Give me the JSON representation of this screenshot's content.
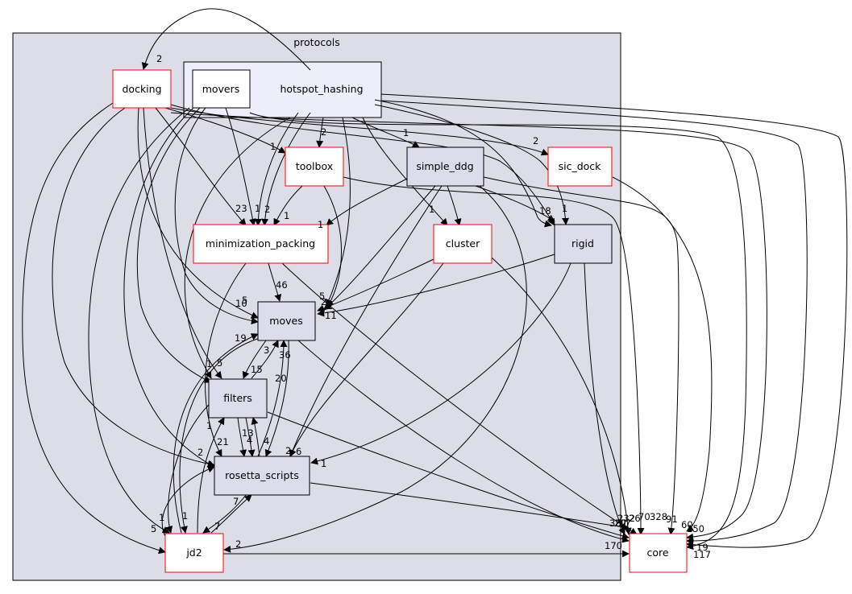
{
  "diagram": {
    "cluster_label": "protocols",
    "sub_cluster_label": "hotspot_hashing",
    "colors": {
      "cluster_fill": "#dddde8",
      "sub_cluster_fill": "#eeeefa",
      "node_fill": "#dcdcea",
      "external_border": "#ff0000",
      "internal_border": "#000000",
      "edge": "#000000"
    },
    "nodes": {
      "docking": "docking",
      "movers": "movers",
      "toolbox": "toolbox",
      "simple_ddg": "simple_ddg",
      "sic_dock": "sic_dock",
      "minimization_packing": "minimization_packing",
      "cluster": "cluster",
      "rigid": "rigid",
      "moves": "moves",
      "filters": "filters",
      "rosetta_scripts": "rosetta_scripts",
      "jd2": "jd2",
      "core": "core"
    },
    "edge_labels": {
      "hh_docking": "2",
      "hh_toolbox": "2",
      "hh_simple_ddg": "1",
      "hh_rigid": "1",
      "hh_mp_a": "1",
      "hh_mp_b": "2",
      "docking_sic_dock": "2",
      "docking_toolbox": "1",
      "docking_mp": "23",
      "docking_rigid": "18",
      "docking_moves": "10",
      "docking_jd2": "5",
      "docking_filters": "1",
      "toolbox_mp": "1",
      "simple_ddg_mp": "1",
      "simple_ddg_cluster": "1",
      "mp_moves": "46",
      "movers_moves": "5",
      "cluster_moves_a": "5",
      "cluster_moves_b": "2",
      "cluster_moves_c": "2",
      "rigid_moves": "11",
      "moves_filters": "15",
      "filters_moves": "3",
      "moves_rs": "36",
      "rs_moves": "20",
      "jd2_moves": "19",
      "movers_filters": "5",
      "filters_rs_a": "13",
      "filters_rs_b": "4",
      "rs_filters": "4",
      "jd2_filters": "1",
      "jd2_rs": "21",
      "rs_jd2": "7",
      "jd2_rs_back": "7",
      "docking_rs": "2",
      "simple_ddg_rs": "2",
      "cluster_rs": "6",
      "rigid_rs": "1",
      "filters_jd2": "1",
      "movers_jd2": "1",
      "simple_ddg_jd2": "2",
      "jd2_core": "170",
      "rs_core": "20",
      "moves_core": "387",
      "filters_core": "17",
      "mp_core": "232",
      "cluster_core": "26",
      "toolbox_core": "70",
      "simple_ddg_core": "328",
      "rigid_core": "91",
      "sic_dock_core": "150",
      "docking_core": "60",
      "hh_core_a": "19",
      "movers_core": "117"
    }
  }
}
